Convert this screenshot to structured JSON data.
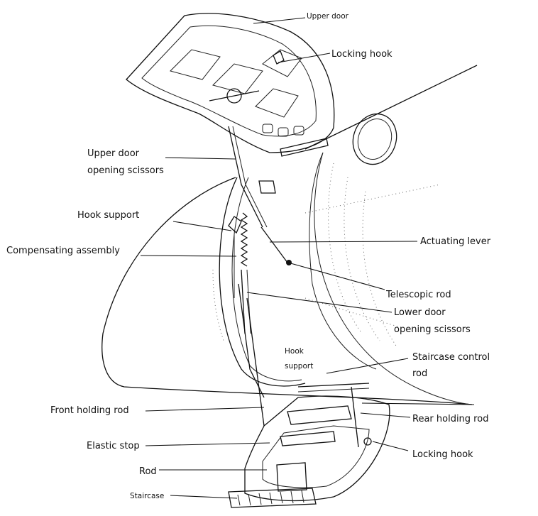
{
  "labels": {
    "upper_door": "Upper door",
    "locking_hook_top": "Locking hook",
    "upper_scissors_1": "Upper door",
    "upper_scissors_2": "opening scissors",
    "hook_support_left": "Hook support",
    "compensating_assembly": "Compensating assembly",
    "actuating_lever": "Actuating lever",
    "telescopic_rod": "Telescopic rod",
    "lower_scissors_1": "Lower door",
    "lower_scissors_2": "opening scissors",
    "hook_support_inner_1": "Hook",
    "hook_support_inner_2": "support",
    "staircase_control_1": "Staircase control",
    "staircase_control_2": "rod",
    "front_holding_rod": "Front holding rod",
    "rear_holding_rod": "Rear holding rod",
    "elastic_stop": "Elastic stop",
    "locking_hook_bottom": "Locking hook",
    "rod": "Rod",
    "staircase": "Staircase"
  },
  "colors": {
    "ink": "#111111",
    "background": "#ffffff"
  }
}
